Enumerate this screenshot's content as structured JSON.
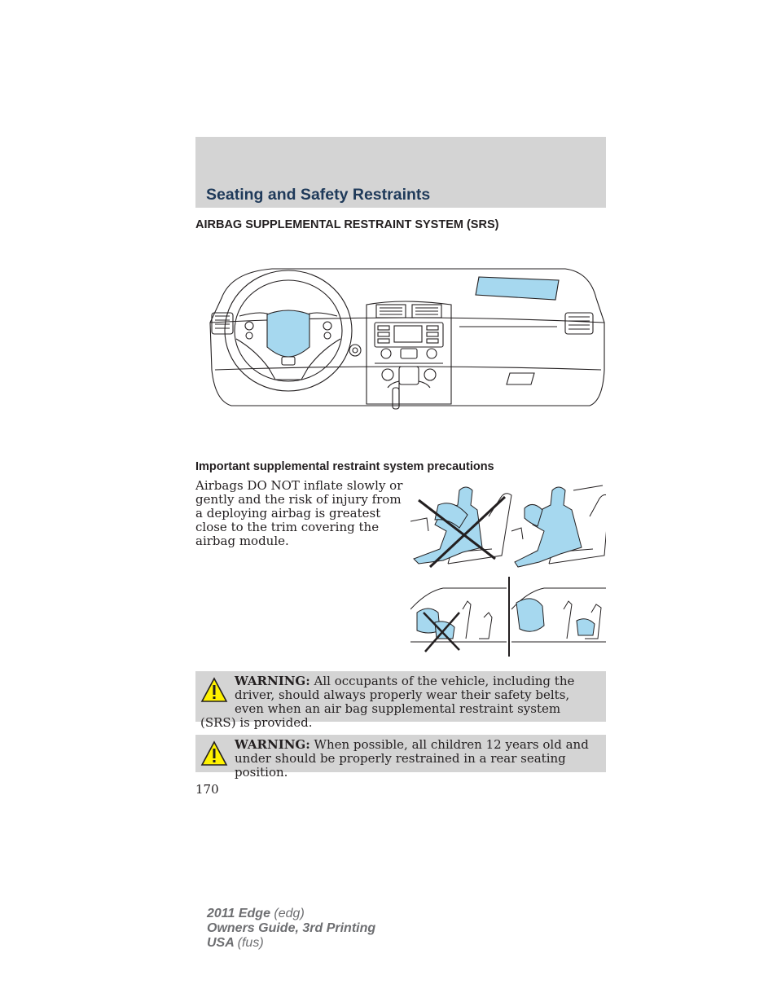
{
  "header": {
    "section_title": "Seating and Safety Restraints"
  },
  "main": {
    "heading": "AIRBAG SUPPLEMENTAL RESTRAINT SYSTEM (SRS)",
    "subheading": "Important supplemental restraint system precautions",
    "paragraph": "Airbags DO NOT inflate slowly or gently and the risk of injury from a deploying airbag is greatest close to the trim covering the airbag module."
  },
  "warnings": [
    {
      "label": "WARNING:",
      "text": " All occupants of the vehicle, including the driver, should always properly wear their safety belts, even when an air bag supplemental restraint system (SRS) is provided."
    },
    {
      "label": "WARNING:",
      "text": " When possible, all children 12 years old and under should be properly restrained in a rear seating position."
    }
  ],
  "page_number": "170",
  "footer": {
    "model": "2011 Edge",
    "model_code": "(edg)",
    "guide": "Owners Guide, 3rd Printing",
    "region": "USA",
    "region_code": "(fus)"
  },
  "colors": {
    "band": "#d4d4d4",
    "title": "#1f3a5a",
    "airbag_fill": "#a6d8ef",
    "footer": "#6d6e71"
  },
  "icons": [
    "warning-triangle-icon"
  ]
}
